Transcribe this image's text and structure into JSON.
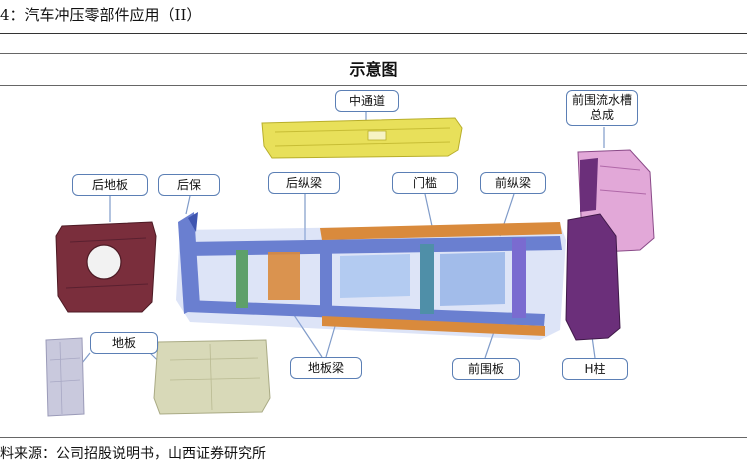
{
  "caption": "4：汽车冲压零部件应用（II）",
  "diagram_title": "示意图",
  "labels": {
    "center_tunnel": "中通道",
    "front_cowl": "前围流水槽总成",
    "rear_floor": "后地板",
    "rear_bumper": "后保",
    "rear_rail": "后纵梁",
    "door_sill": "门槛",
    "front_rail": "前纵梁",
    "floor": "地板",
    "floor_beam": "地板梁",
    "front_panel": "前围板",
    "h_pillar": "H柱"
  },
  "source": "料来源：公司招股说明书，山西证券研究所",
  "colors": {
    "callout_border": "#5b7fb5",
    "tunnel": "#e8e05a",
    "rear_floor": "#7a2e3c",
    "floor_panel": "#d8d9b8",
    "floor_panel_left": "#c9c9dd",
    "cowl": "#6b2f7a",
    "frame_blue": "#6a7fd0",
    "frame_orange": "#d98a3c",
    "frame_green": "#5ea06b"
  }
}
